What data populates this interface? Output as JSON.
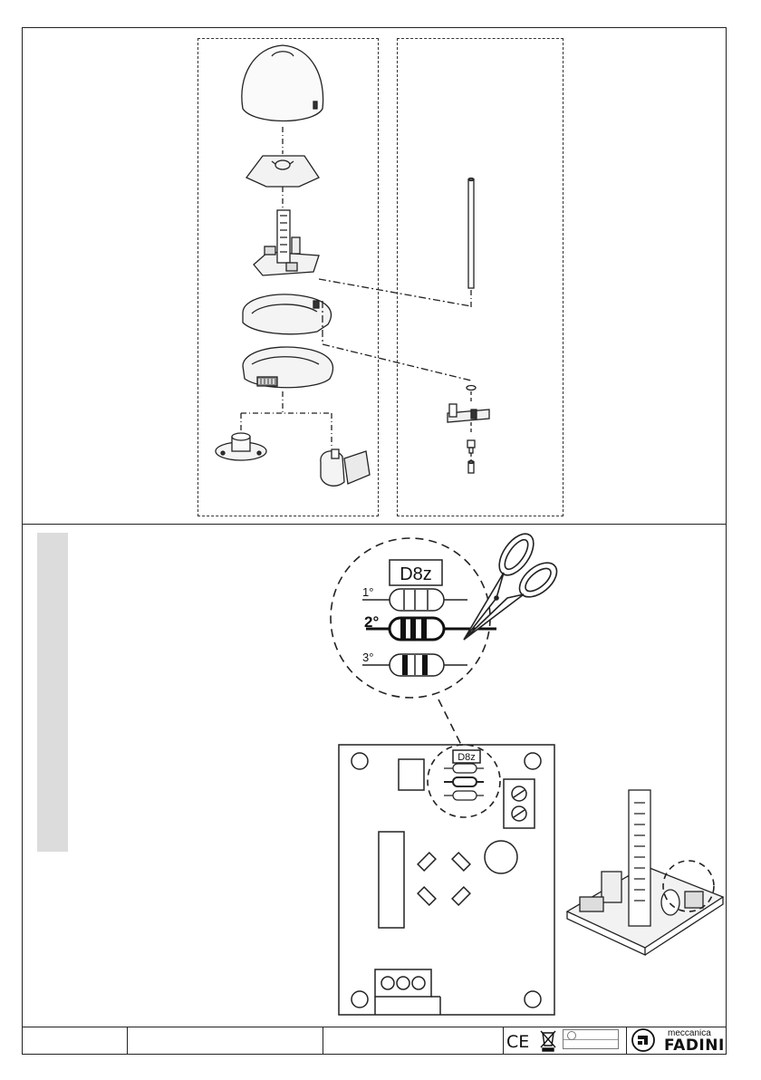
{
  "labels": {
    "resistor_code": "D8z",
    "resistor_code_small": "D8z",
    "pos1": "1°",
    "pos2": "2°",
    "pos3": "3°"
  },
  "footer": {
    "ce_mark": "CE",
    "brand_line1": "meccanica",
    "brand_line2": "FADINI"
  }
}
